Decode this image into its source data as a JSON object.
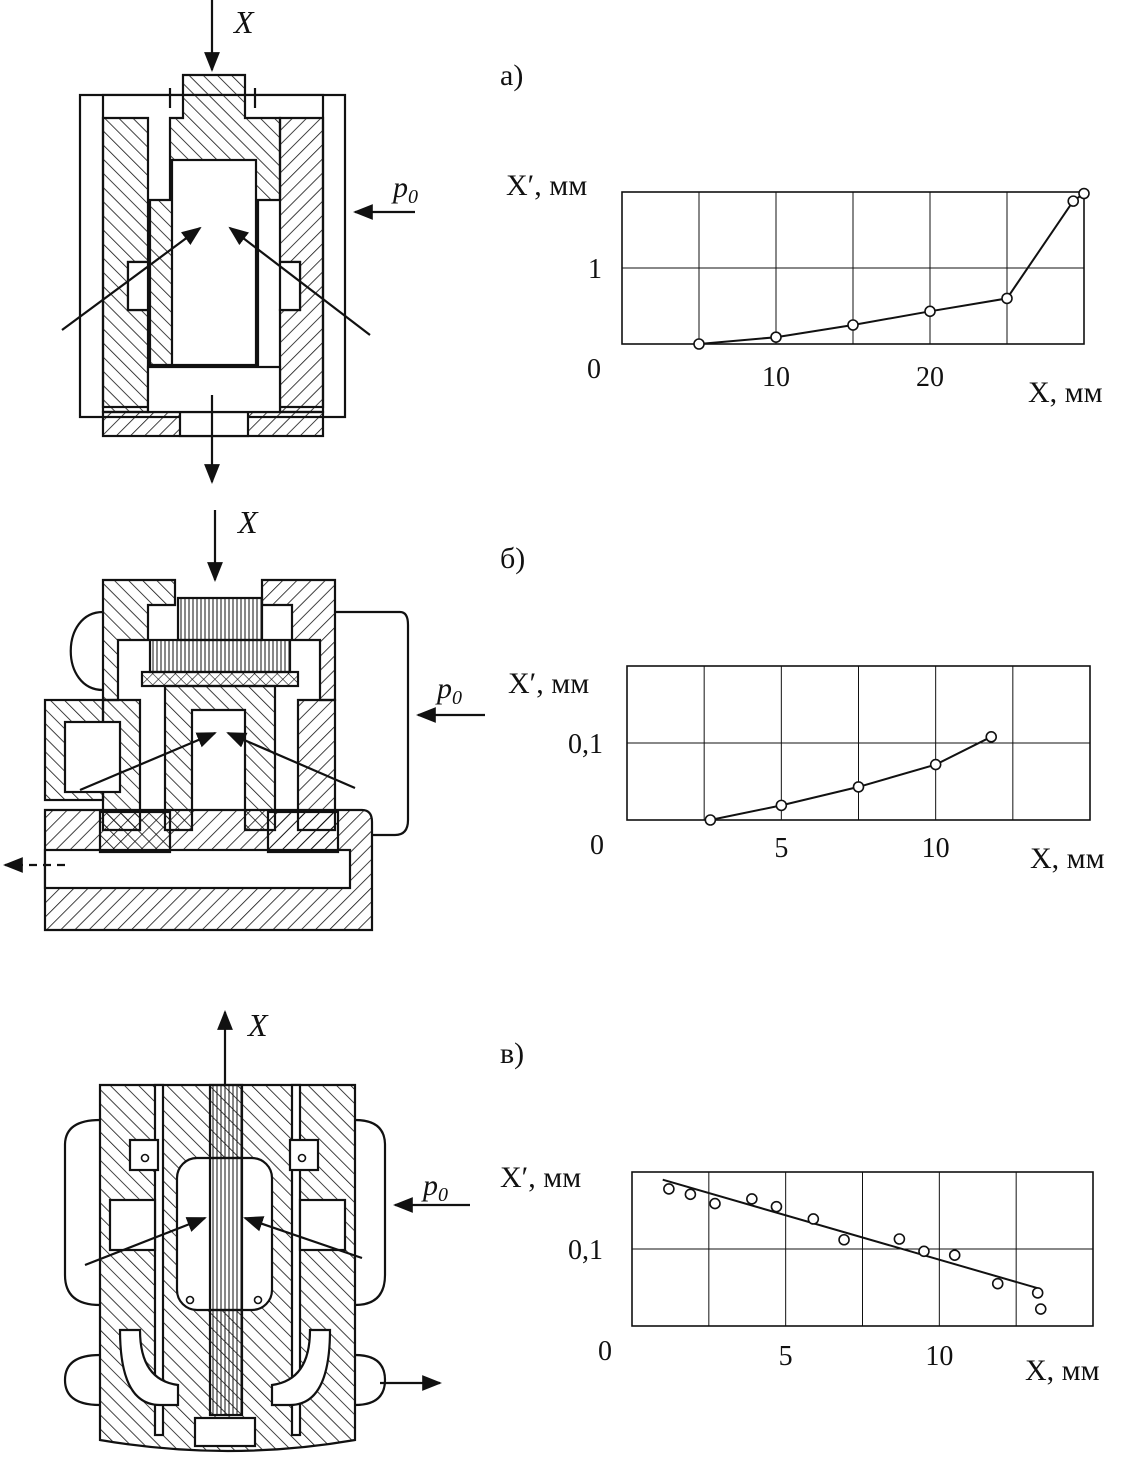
{
  "panels": [
    {
      "id": "a",
      "label": "а)",
      "arrow_label": "X",
      "pressure_label": "p",
      "pressure_sub": "0",
      "chart_data": {
        "type": "line",
        "ylabel": "X′, мм",
        "xlabel": "X, мм",
        "origin_label": "0",
        "xlim": [
          0,
          30
        ],
        "ylim": [
          0,
          2
        ],
        "xticks": [
          10,
          20
        ],
        "yticks": [
          1
        ],
        "grid": true,
        "points": [
          [
            5,
            0
          ],
          [
            10,
            0.09
          ],
          [
            15,
            0.25
          ],
          [
            20,
            0.43
          ],
          [
            25,
            0.6
          ],
          [
            29.3,
            1.88
          ],
          [
            30,
            1.98
          ]
        ],
        "marker": "open-circle"
      }
    },
    {
      "id": "b",
      "label": "б)",
      "arrow_label": "X",
      "pressure_label": "p",
      "pressure_sub": "0",
      "chart_data": {
        "type": "line",
        "ylabel": "X′, мм",
        "xlabel": "X, мм",
        "origin_label": "0",
        "xlim": [
          0,
          15
        ],
        "ylim": [
          0,
          0.2
        ],
        "xticks": [
          5,
          10
        ],
        "yticks": [
          "0,1"
        ],
        "ytick_values": [
          0.1
        ],
        "grid": true,
        "points": [
          [
            2.7,
            0
          ],
          [
            5,
            0.019
          ],
          [
            7.5,
            0.043
          ],
          [
            10,
            0.072
          ],
          [
            11.8,
            0.108
          ]
        ],
        "marker": "open-circle"
      }
    },
    {
      "id": "v",
      "label": "в)",
      "arrow_label": "X",
      "pressure_label": "p",
      "pressure_sub": "0",
      "chart_data": {
        "type": "scatter",
        "ylabel": "X′, мм",
        "xlabel": "X, мм",
        "origin_label": "0",
        "xlim": [
          0,
          15
        ],
        "ylim": [
          0,
          0.2
        ],
        "xticks": [
          5,
          10
        ],
        "yticks": [
          "0,1"
        ],
        "ytick_values": [
          0.1
        ],
        "grid": true,
        "points": [
          [
            1.2,
            0.178
          ],
          [
            1.9,
            0.171
          ],
          [
            2.7,
            0.159
          ],
          [
            3.9,
            0.165
          ],
          [
            4.7,
            0.155
          ],
          [
            5.9,
            0.139
          ],
          [
            6.9,
            0.112
          ],
          [
            8.7,
            0.113
          ],
          [
            9.5,
            0.097
          ],
          [
            10.5,
            0.092
          ],
          [
            11.9,
            0.055
          ],
          [
            13.2,
            0.043
          ],
          [
            13.3,
            0.022
          ]
        ],
        "fit_line": [
          [
            1.0,
            0.19
          ],
          [
            13.3,
            0.048
          ]
        ],
        "marker": "open-circle"
      }
    }
  ]
}
